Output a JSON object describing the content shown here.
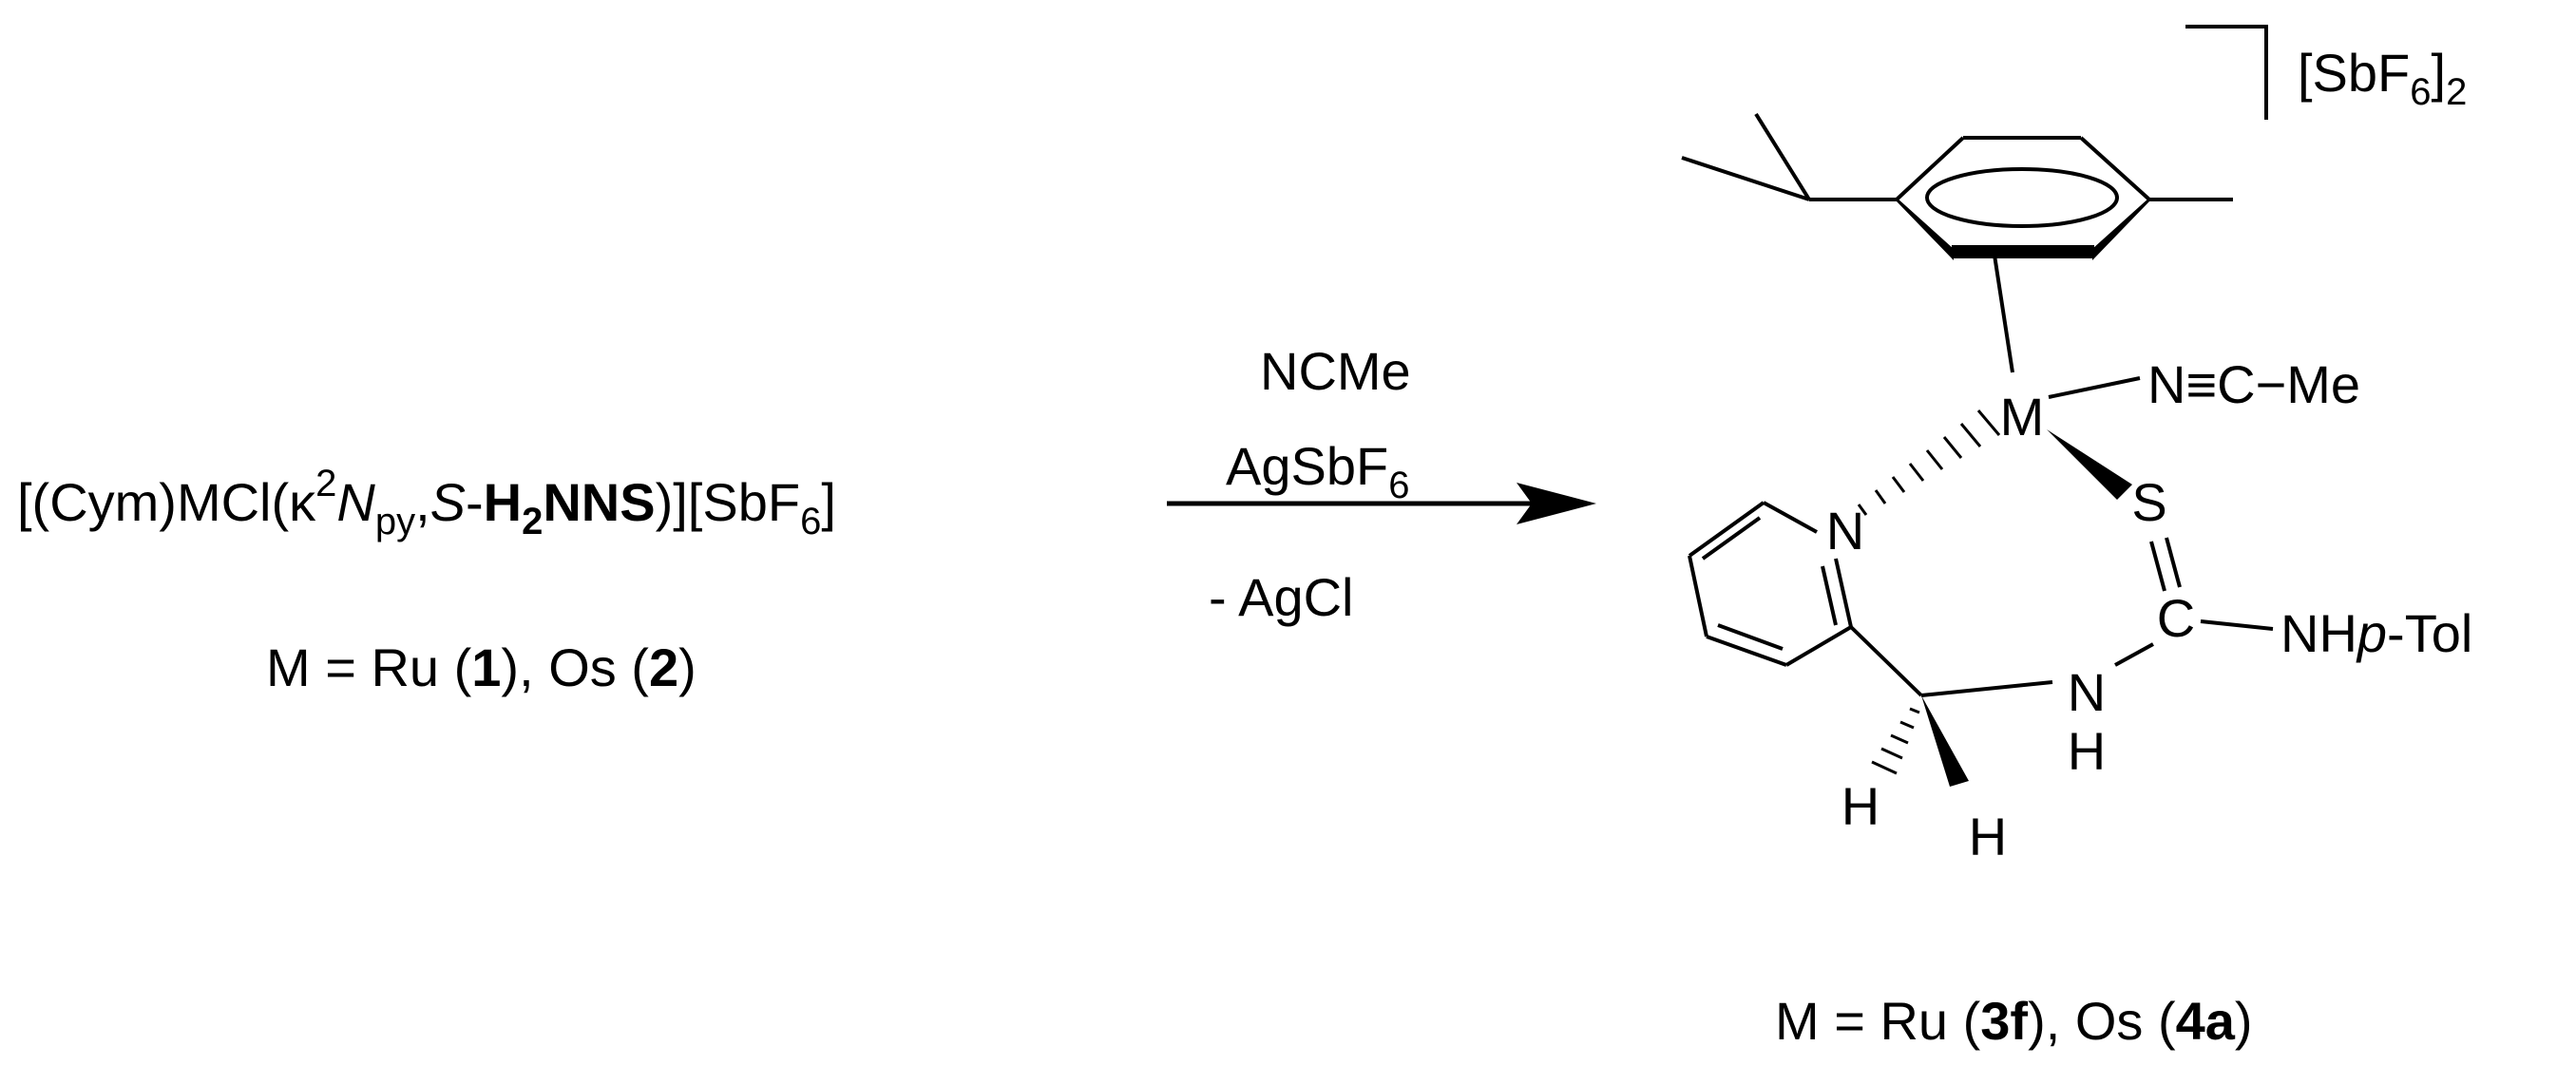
{
  "scheme": {
    "reactant": {
      "open": "[(Cym)MCl(κ",
      "sup_2": "2",
      "N_italic": "N",
      "py_sub": "py",
      "comma": ",",
      "S_italic": "S",
      "dash": "-",
      "H_bold": "H",
      "two_bold_sub": "2",
      "NNS_bold": "NNS",
      "close": ")][SbF",
      "six_sub": "6",
      "bracket": "]"
    },
    "reactant_label": {
      "prefix": "M = Ru (",
      "num1": "1",
      "mid": "), Os (",
      "num2": "2",
      "suffix": ")"
    },
    "conditions": {
      "line1": "NCMe",
      "line2_main": "AgSbF",
      "line2_sub": "6",
      "line3": "- AgCl"
    },
    "product": {
      "counterion": "[SbF",
      "counterion_sub": "6",
      "counterion_close": "]",
      "counterion_sub2": "2",
      "atoms": {
        "M": "M",
        "N_pyridine": "N",
        "N_ring": "N",
        "S": "S",
        "C": "C",
        "N_amine": "N",
        "H_amine": "H",
        "H_left": "H",
        "H_right": "H",
        "nitrile": "N≡C",
        "nitrile_dash": "−",
        "nitrile_me": "Me",
        "nhptol_nh": "NH",
        "nhptol_p": "p",
        "nhptol_tol": "-Tol"
      }
    },
    "product_label": {
      "prefix": "M = Ru (",
      "num1": "3f",
      "mid": "), Os (",
      "num2": "4a",
      "suffix": ")"
    }
  }
}
